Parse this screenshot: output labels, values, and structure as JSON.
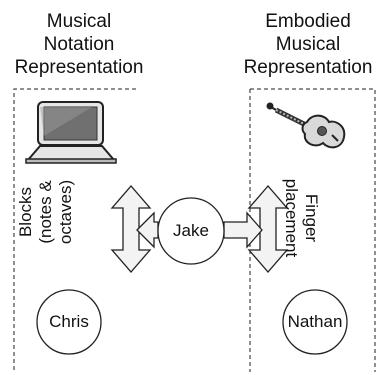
{
  "headers": {
    "left": [
      "Musical",
      "Notation",
      "Representation"
    ],
    "right": [
      "Embodied",
      "Musical",
      "Representation"
    ]
  },
  "labels": {
    "blocks": [
      "Blocks",
      "(notes &",
      "octaves)"
    ],
    "finger": [
      "Finger",
      "placement"
    ]
  },
  "nodes": {
    "chris": "Chris",
    "jake": "Jake",
    "nathan": "Nathan"
  },
  "icons": {
    "left": "laptop-icon",
    "right": "guitar-icon"
  }
}
